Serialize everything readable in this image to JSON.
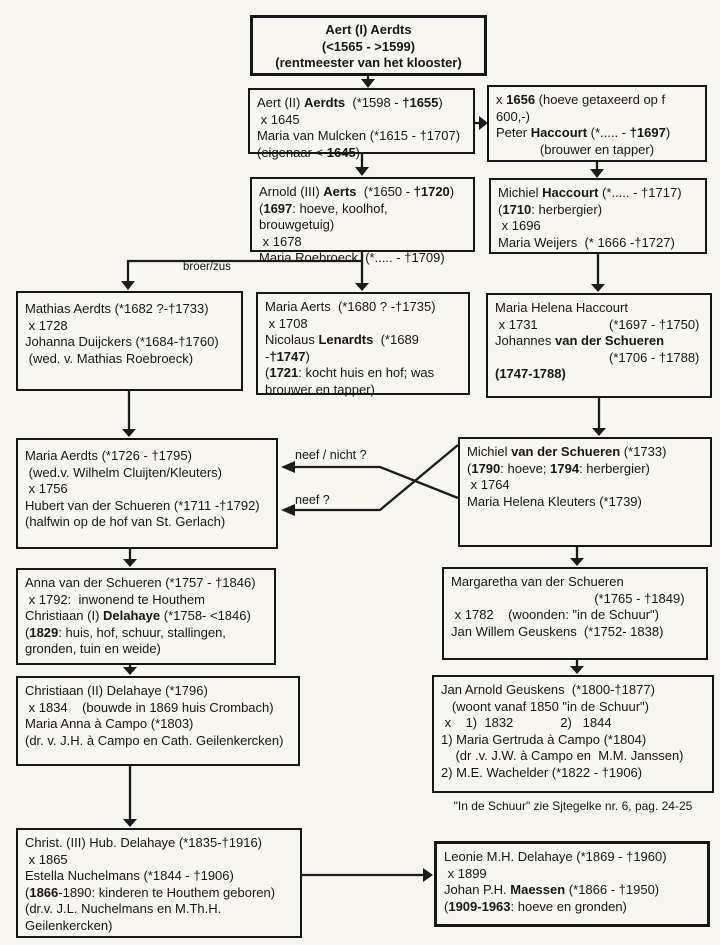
{
  "page": {
    "background": "#f7f6f1",
    "line_color": "#1b1b1b",
    "text_color": "#161616"
  },
  "labels": {
    "broer_zus": "broer/zus",
    "neef_nicht": "neef / nicht ?",
    "neef": "neef ?",
    "footnote": "\"In de Schuur\" zie Sjtegelke nr. 6, pag. 24-25"
  },
  "boxes": [
    {
      "id": "aert1",
      "lines": [
        "Aert (I) Aerdts",
        "(<1565 - >1599)",
        "(rentmeester van het klooster)"
      ]
    },
    {
      "id": "aert2",
      "lines": [
        [
          [
            "Aert (II) ",
            0
          ],
          [
            "Aerdts",
            1
          ],
          [
            "  (*1598 - ",
            0
          ],
          [
            "†1655",
            1
          ],
          [
            ")",
            0
          ]
        ],
        " x 1645",
        "Maria van Mulcken (*1615 - †1707)",
        [
          [
            "(eigenaar < ",
            0
          ],
          [
            "1645",
            1
          ],
          [
            ")",
            0
          ]
        ]
      ]
    },
    {
      "id": "peter",
      "lines": [
        [
          [
            "x ",
            0
          ],
          [
            "1656",
            1
          ],
          [
            " (hoeve getaxeerd op f 600,-)",
            0
          ]
        ],
        [
          [
            "Peter ",
            0
          ],
          [
            "Haccourt",
            1
          ],
          [
            " (*..... - ",
            0
          ],
          [
            "†1697",
            1
          ],
          [
            ")",
            0
          ]
        ],
        {
          "c": "(brouwer en tapper)"
        }
      ]
    },
    {
      "id": "arnold",
      "lines": [
        [
          [
            "Arnold (III) ",
            0
          ],
          [
            "Aerts",
            1
          ],
          [
            "  (*1650 - ",
            0
          ],
          [
            "†1720",
            1
          ],
          [
            ")",
            0
          ]
        ],
        [
          [
            "(",
            0
          ],
          [
            "1697",
            1
          ],
          [
            ": hoeve, koolhof, brouwgetuig)",
            0
          ]
        ],
        " x 1678",
        "Maria Roebroeck  (*..... - †1709)"
      ]
    },
    {
      "id": "michielh",
      "lines": [
        [
          [
            "Michiel ",
            0
          ],
          [
            "Haccourt",
            1
          ],
          [
            " (*..... - †1717)",
            0
          ]
        ],
        [
          [
            "(",
            0
          ],
          [
            "1710",
            1
          ],
          [
            ": herbergier)",
            0
          ]
        ],
        " x 1696",
        "Maria Weijers  (* 1666 -†1727)"
      ]
    },
    {
      "id": "mathias",
      "lines": [
        "Mathias Aerdts (*1682 ?-†1733)",
        " x 1728",
        "Johanna Duijckers (*1684-†1760)",
        " (wed. v. Mathias Roebroeck)"
      ]
    },
    {
      "id": "mariaaerts",
      "lines": [
        "Maria Aerts  (*1680 ? -†1735)",
        " x 1708",
        [
          [
            "Nicolaus ",
            0
          ],
          [
            "Lenardts",
            1
          ],
          [
            "  (*1689 -",
            0
          ],
          [
            "†1747",
            1
          ],
          [
            ")",
            0
          ]
        ],
        [
          [
            "(",
            0
          ],
          [
            "1721",
            1
          ],
          [
            ": kocht huis en hof; was",
            0
          ]
        ],
        "brouwer en tapper)"
      ]
    },
    {
      "id": "mariahelena",
      "lines": [
        "Maria Helena Haccourt",
        {
          "l": " x 1731",
          "r": "(*1697 - †1750) "
        },
        [
          [
            "Johannes ",
            0
          ],
          [
            "van der Schueren",
            1
          ]
        ],
        {
          "l": "",
          "r": "(*1706 - †1788) "
        },
        [
          [
            "(1747-1788)",
            1
          ]
        ]
      ]
    },
    {
      "id": "mariaaerdts",
      "lines": [
        "Maria Aerdts (*1726 - †1795)",
        " (wed.v. Wilhelm Cluijten/Kleuters)",
        " x 1756",
        "Hubert van der Schueren (*1711 -†1792)",
        "(halfwin op de hof van St. Gerlach)"
      ]
    },
    {
      "id": "michielvds",
      "lines": [
        [
          [
            "Michiel ",
            0
          ],
          [
            "van der Schueren",
            1
          ],
          [
            " (*1733)",
            0
          ]
        ],
        [
          [
            "(",
            0
          ],
          [
            "1790",
            1
          ],
          [
            ": hoeve; ",
            0
          ],
          [
            "1794",
            1
          ],
          [
            ": herbergier)",
            0
          ]
        ],
        " x 1764",
        "Maria Helena Kleuters (*1739)"
      ]
    },
    {
      "id": "anna",
      "lines": [
        "Anna van der Schueren (*1757 - †1846)",
        " x 1792:  inwonend te Houthem",
        [
          [
            "Christiaan (I) ",
            0
          ],
          [
            "Delahaye",
            1
          ],
          [
            " (*1758- <1846)",
            0
          ]
        ],
        [
          [
            "(",
            0
          ],
          [
            "1829",
            1
          ],
          [
            ": huis, hof, schuur, stallingen,",
            0
          ]
        ],
        "gronden, tuin en weide)"
      ]
    },
    {
      "id": "margaretha",
      "lines": [
        "Margaretha van der Schueren",
        {
          "l": "",
          "r": "(*1765 - †1849)    "
        },
        " x 1782    (woonden: \"in de Schuur\")",
        "Jan Willem Geuskens  (*1752- 1838)"
      ]
    },
    {
      "id": "christiaan2",
      "lines": [
        "Christiaan (II) Delahaye (*1796)",
        " x 1834    (bouwde in 1869 huis Crombach)",
        "Maria Anna à Campo (*1803)",
        "(dr. v. J.H. à Campo en Cath. Geilenkercken)"
      ]
    },
    {
      "id": "janarnold",
      "lines": [
        "Jan Arnold Geuskens  (*1800-†1877)",
        "   (woont vanaf 1850 \"in de Schuur\")",
        " x    1)  1832             2)   1844",
        "1) Maria Gertruda à Campo (*1804)",
        "    (dr .v. J.W. à Campo en  M.M. Janssen)",
        "2) M.E. Wachelder (*1822 - †1906)"
      ]
    },
    {
      "id": "christ3",
      "lines": [
        "Christ. (III) Hub. Delahaye (*1835-†1916)",
        " x 1865",
        "Estella Nuchelmans (*1844 - †1906)",
        [
          [
            "(",
            0
          ],
          [
            "1866",
            1
          ],
          [
            "-1890: kinderen te Houthem geboren)",
            0
          ]
        ],
        "(dr.v. J.L. Nuchelmans en M.Th.H.",
        "Geilenkercken)"
      ]
    },
    {
      "id": "leonie",
      "lines": [
        "Leonie M.H. Delahaye (*1869 - †1960)",
        " x 1899",
        [
          [
            "Johan P.H. ",
            0
          ],
          [
            "Maessen",
            1
          ],
          [
            " (*1866 - †1950)",
            0
          ]
        ],
        [
          [
            "(",
            0
          ],
          [
            "1909-1963",
            1
          ],
          [
            ": hoeve en gronden)",
            0
          ]
        ]
      ]
    }
  ]
}
